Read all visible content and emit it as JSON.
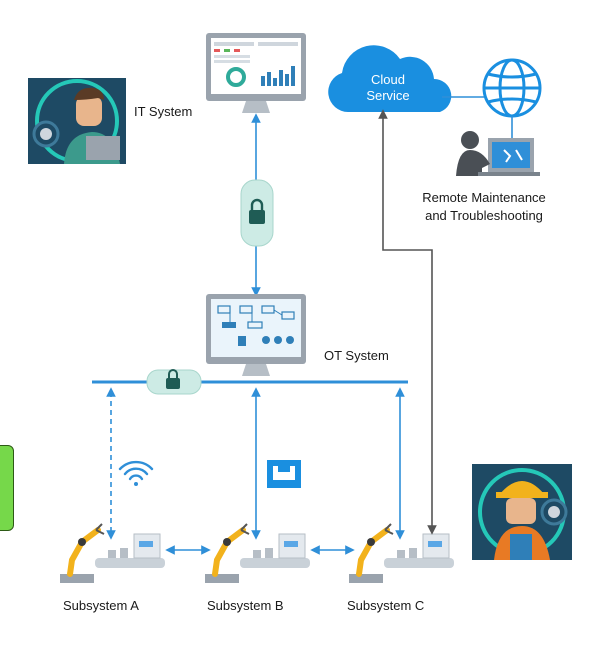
{
  "labels": {
    "it_system": "IT System",
    "ot_system": "OT System",
    "cloud_line1": "Cloud",
    "cloud_line2": "Service",
    "remote_line1": "Remote Maintenance",
    "remote_line2": "and Troubleshooting",
    "subsystem_a": "Subsystem A",
    "subsystem_b": "Subsystem B",
    "subsystem_c": "Subsystem C"
  },
  "colors": {
    "link_blue": "#2f8fd8",
    "cloud_blue": "#1a8fe0",
    "remote_gray": "#555555",
    "lock_teal": "#cdebe5",
    "lock_dark": "#1f5c55",
    "monitor_gray": "#9aa3ad",
    "robot_yellow": "#f2b21c",
    "avatar_ring": "#25c8b8",
    "avatar_bg": "#1e4a64"
  },
  "icons": [
    "it-monitor-icon",
    "ot-monitor-icon",
    "cloud-icon",
    "globe-icon",
    "engineer-icon",
    "lock-icon",
    "wifi-icon",
    "ethernet-icon",
    "robot-arm-icon",
    "operator-avatar-icon",
    "worker-avatar-icon"
  ]
}
